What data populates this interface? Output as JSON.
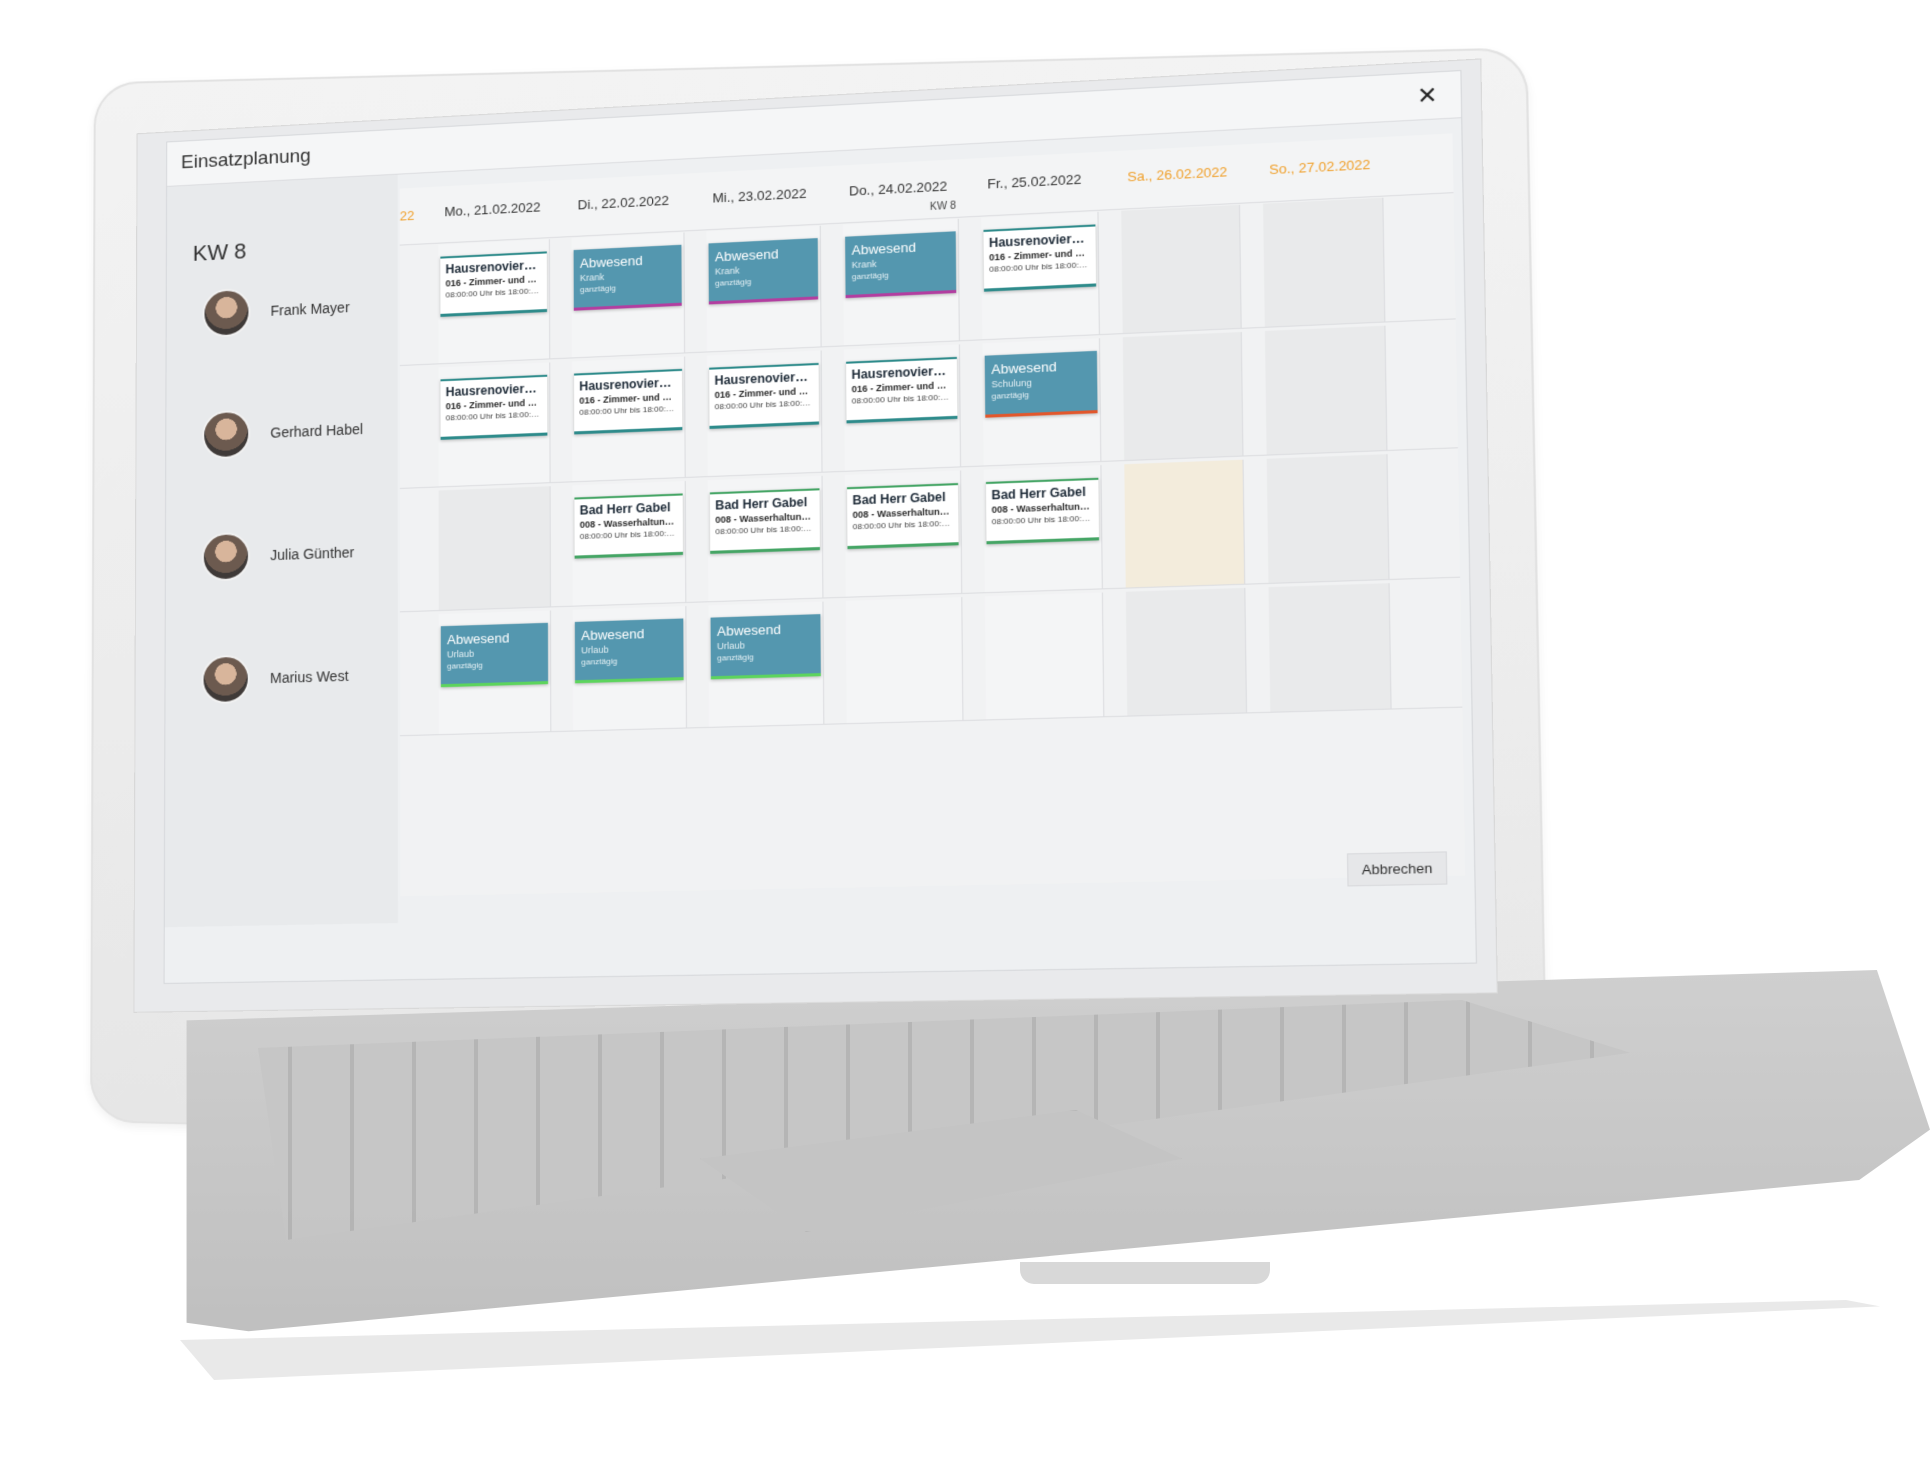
{
  "window": {
    "title": "Einsatzplanung",
    "close_symbol": "✕",
    "cancel_label": "Abbrechen"
  },
  "week": {
    "label": "KW 8",
    "small_label": "KW 8",
    "prev_date_fragment": "22"
  },
  "days": [
    {
      "label": "Mo., 21.02.2022",
      "weekend": false
    },
    {
      "label": "Di., 22.02.2022",
      "weekend": false
    },
    {
      "label": "Mi., 23.02.2022",
      "weekend": false
    },
    {
      "label": "Do., 24.02.2022",
      "weekend": false
    },
    {
      "label": "Fr., 25.02.2022",
      "weekend": false
    },
    {
      "label": "Sa., 26.02.2022",
      "weekend": true
    },
    {
      "label": "So., 27.02.2022",
      "weekend": true
    }
  ],
  "people": [
    {
      "name": "Frank Mayer"
    },
    {
      "name": "Gerhard Habel"
    },
    {
      "name": "Julia Günther"
    },
    {
      "name": "Marius West"
    }
  ],
  "colors": {
    "accent_teal": "#5497af",
    "job_border": "#2e8b8b",
    "job_border_green": "#45a565",
    "absence_krank": "#b23ea0",
    "absence_schulung": "#e2572c",
    "absence_urlaub": "#5dd45d",
    "weekend_text": "#f0a02b"
  },
  "entries": {
    "frank": [
      {
        "title": "Hausrenovierun...",
        "line2": "016 - Zimmer- und Hol...",
        "line3": "08:00:00 Uhr bis 18:00:00 ..."
      },
      {
        "title": "Abwesend",
        "line2": "Krank",
        "line3": "ganztägig"
      },
      {
        "title": "Abwesend",
        "line2": "Krank",
        "line3": "ganztägig"
      },
      {
        "title": "Abwesend",
        "line2": "Krank",
        "line3": "ganztägig"
      },
      {
        "title": "Hausrenovierun...",
        "line2": "016 - Zimmer- und Hol...",
        "line3": "08:00:00 Uhr bis 18:00:00 ..."
      }
    ],
    "gerhard": [
      {
        "title": "Hausrenovierun...",
        "line2": "016 - Zimmer- und Hol...",
        "line3": "08:00:00 Uhr bis 18:00:00 ..."
      },
      {
        "title": "Hausrenovierun...",
        "line2": "016 - Zimmer- und Hol...",
        "line3": "08:00:00 Uhr bis 18:00:00 ..."
      },
      {
        "title": "Hausrenovierun...",
        "line2": "016 - Zimmer- und Hol...",
        "line3": "08:00:00 Uhr bis 18:00:00 ..."
      },
      {
        "title": "Hausrenovierun...",
        "line2": "016 - Zimmer- und Hol...",
        "line3": "08:00:00 Uhr bis 18:00:00 ..."
      },
      {
        "title": "Abwesend",
        "line2": "Schulung",
        "line3": "ganztägig"
      }
    ],
    "julia": [
      {
        "title": "Bad Herr Gabel",
        "line2": "008 - Wasserhaltungsa...",
        "line3": "08:00:00 Uhr bis 18:00:00 ..."
      },
      {
        "title": "Bad Herr Gabel",
        "line2": "008 - Wasserhaltungsa...",
        "line3": "08:00:00 Uhr bis 18:00:00 ..."
      },
      {
        "title": "Bad Herr Gabel",
        "line2": "008 - Wasserhaltungsa...",
        "line3": "08:00:00 Uhr bis 18:00:00 ..."
      },
      {
        "title": "Bad Herr Gabel",
        "line2": "008 - Wasserhaltungsa...",
        "line3": "08:00:00 Uhr bis 18:00:00 ..."
      }
    ],
    "marius": [
      {
        "title": "Abwesend",
        "line2": "Urlaub",
        "line3": "ganztägig"
      },
      {
        "title": "Abwesend",
        "line2": "Urlaub",
        "line3": "ganztägig"
      },
      {
        "title": "Abwesend",
        "line2": "Urlaub",
        "line3": "ganztägig"
      }
    ]
  }
}
